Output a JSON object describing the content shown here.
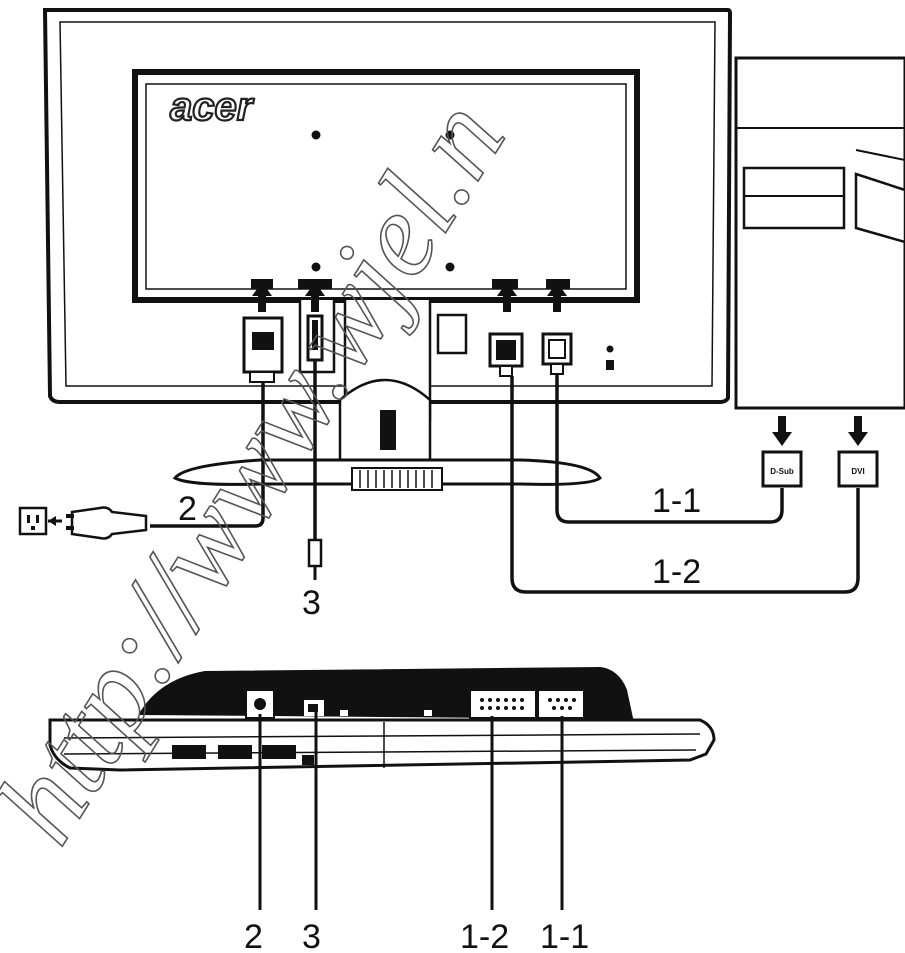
{
  "logo": {
    "brand": "acer"
  },
  "connectors": {
    "dsub": "D-Sub",
    "dvi": "DVI"
  },
  "labels": {
    "top_power": "2",
    "top_audio": "3",
    "top_cable_dsub": "1-1",
    "top_cable_dvi": "1-2",
    "bottom_power": "2",
    "bottom_audio": "3",
    "bottom_dvi": "1-2",
    "bottom_dsub": "1-1"
  },
  "watermark": {
    "text": "http://www.wjel.n"
  },
  "colors": {
    "line": "#111111",
    "fill": "#ffffff"
  }
}
